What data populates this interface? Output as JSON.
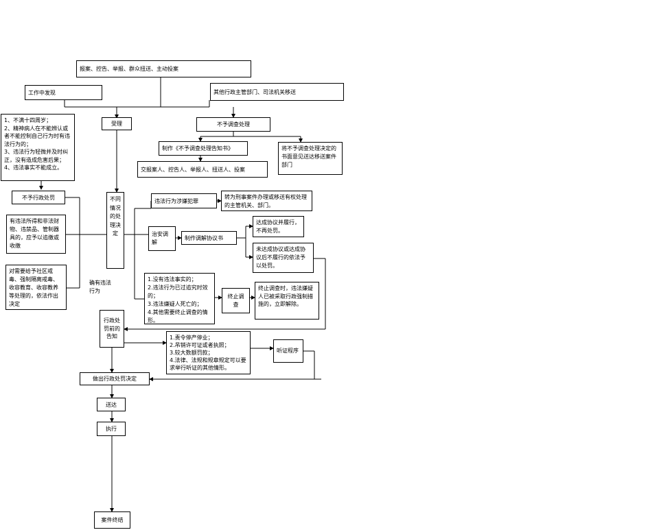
{
  "nodes": {
    "report": "报案、控告、举报、群众扭送、主动投案",
    "found": "工作中发现",
    "transfer": "其他行政主管部门、司法机关移送",
    "exemptions": "1、不满十四周岁；\n2、精神病人在不能辨认或者不能控制自己行为时有违法行为的；\n3、违法行为轻微并及时纠正，没有造成危害后果；\n4、违法事实不能成立。",
    "accept": "受理",
    "no_investigate": "不予调查处理",
    "make_notice": "制作《不予调查处理告知书》",
    "deliver_notice": "交报案人、控告人、举报人、扭送人、投案",
    "send_opinion": "将不予调查处理决定的书面意见送达移送案件部门",
    "no_penalty": "不予行政处罚",
    "confiscate": "有违法所得和非法财物、违禁品、管制器具的，应予以追缴或收缴",
    "community": "对需要给予社区戒毒、强制隔离戒毒、收容教育、收容教养等处理的，依法作出决定",
    "decision_by_situation": "不同情况的处理决定",
    "suspected_crime": "违法行为涉嫌犯罪",
    "transfer_criminal": "转为刑事案件办理或移送有权处理的主管机关、部门。",
    "mediation": "治安调解",
    "make_agreement": "制作调解协议书",
    "agreement_reached": "达成协议并履行，不再处罚。",
    "agreement_failed": "未达成协议或达成协议后不履行的依法予以处罚。",
    "terminate_conditions": "1.没有违法事实的；\n2.违法行为已过追究时效的；\n3.违法嫌疑人死亡的；\n4.其他需要终止调查的情形。",
    "terminate": "终止调查",
    "release_measures": "终止调查时，违法嫌疑人已被采取行政强制措施的，立即解除。",
    "has_violation": "确有违法行为",
    "notify_before_penalty": "行政处罚前的告知",
    "hearing_conditions": "1.责令停产停业；\n2.吊销许可证或者执照；\n3.较大数额罚款；\n4.法律、法规和规章规定可以要求举行听证的其他情形。",
    "hearing": "听证程序",
    "make_decision": "做出行政处罚决定",
    "serve": "送达",
    "execute": "执行",
    "close": "案件终结"
  }
}
